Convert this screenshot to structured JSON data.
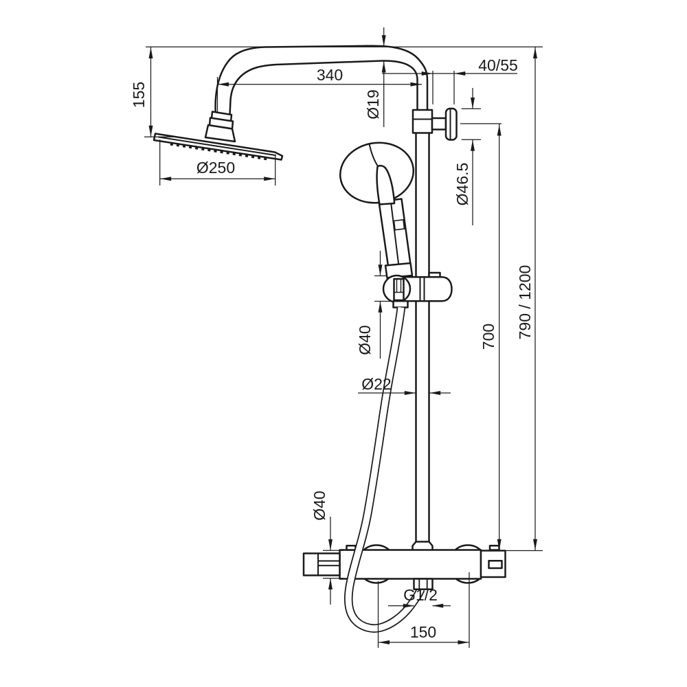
{
  "drawing": {
    "kind": "technical-dimension-drawing",
    "subject": "thermostatic-shower-column-system",
    "colors": {
      "ink": "#1a1a1a",
      "paper": "#ffffff"
    },
    "labels": {
      "head_height": "155",
      "head_width": "Ø250",
      "arm_length": "340",
      "arm_tube_diameter": "Ø19",
      "wall_offset": "40/55",
      "bracket_knob_diameter": "Ø46.5",
      "holder_diameter": "Ø40",
      "rail_height": "700",
      "overall_height": "790 / 1200",
      "rail_tube_diameter": "Ø22",
      "mixer_body_diameter": "Ø40",
      "outlet_thread": "G1/2",
      "inlet_spacing": "150"
    }
  }
}
